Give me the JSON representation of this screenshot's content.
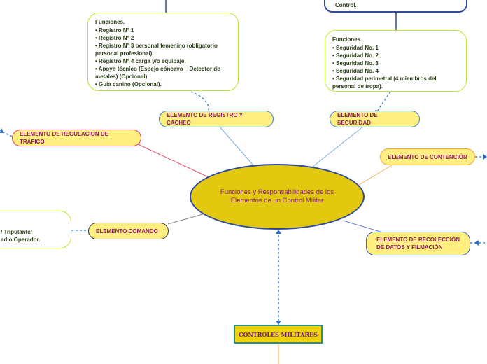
{
  "center": {
    "label": "Funciones y Responsabilidades de los Elementos de un Control Militar"
  },
  "nodes": {
    "registro": "ELEMENTO DE REGISTRO Y CACHEO",
    "seguridad": "ELEMENTO DE SEGURIDAD",
    "regulacion": "ELEMENTO DE REGULACION DE TRÁFICO",
    "contencion": "ELEMENTO DE CONTENCIÓN",
    "comando": "ELEMENTO COMANDO",
    "recoleccion": "ELEMENTO DE RECOLECCIÓN DE DATOS Y FILMACIÓN",
    "controles": "CONTROLES MILITARES"
  },
  "notes": {
    "top_right_fragment": "Control.",
    "registro": {
      "title": "Funciones.",
      "items": [
        "• Registro N° 1",
        "• Registro N° 2",
        "• Registro N° 3 personal femenino (obligatorio personal profesional).",
        "• Registro N° 4 carga y/o equipaje.",
        "• Apoyo técnico (Espejo cóncavo – Detector de metales) (Opcional).",
        "• Guía canino (Opcional)."
      ]
    },
    "seguridad": {
      "title": "Funciones.",
      "items": [
        "• Seguridad No. 1",
        "• Seguridad No. 2",
        "• Seguridad No. 3",
        "• Seguridad No. 4",
        "• Seguridad perimetral (4 miembros del personal de tropa)."
      ]
    },
    "comando": {
      "lines": [
        "/ Tripulante/",
        "adio Operador."
      ]
    }
  },
  "colors": {
    "node_fill": "#ffef80",
    "center_fill": "#e2c80e",
    "center_border": "#2f4a9c",
    "note_border": "#b6ea2b",
    "text_magenta": "#8a1b5e",
    "dashed_connector": "#2b6fc8"
  }
}
